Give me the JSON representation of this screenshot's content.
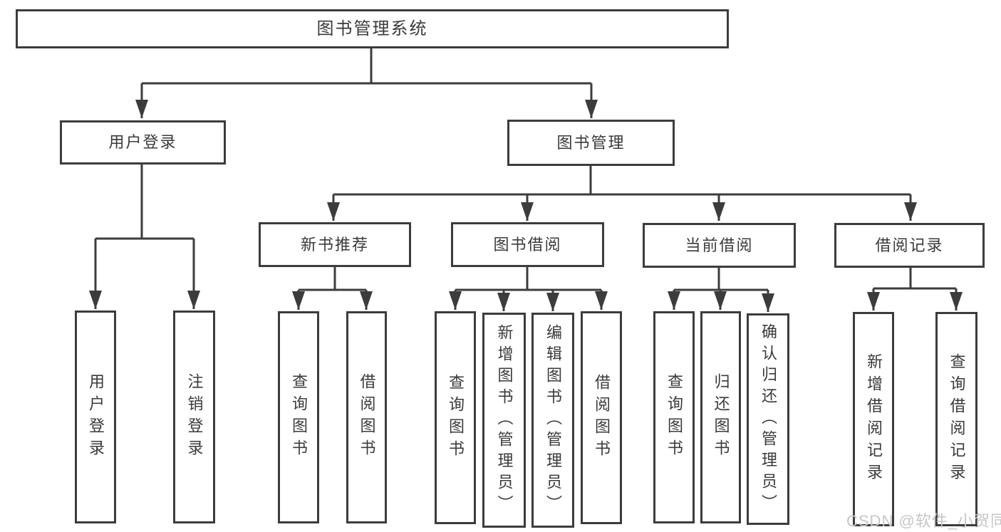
{
  "diagram": {
    "title": "图书管理系统",
    "level1": {
      "user_login": "用户登录",
      "book_mgmt": "图书管理"
    },
    "level2": {
      "new_book_rec": "新书推荐",
      "book_borrow": "图书借阅",
      "current_borrow": "当前借阅",
      "borrow_record": "借阅记录"
    },
    "leaves": {
      "user_login": "用户登录",
      "logout": "注销登录",
      "nbr_query_books": "查询图书",
      "nbr_borrow_books": "借阅图书",
      "bb_query_books": "查询图书",
      "bb_add_books_admin": "新增图书（管理员）",
      "bb_edit_books_admin": "编辑图书（管理员）",
      "bb_borrow_books": "借阅图书",
      "cb_query_books": "查询图书",
      "cb_return_books": "归还图书",
      "cb_confirm_return_admin": "确认归还（管理员）",
      "br_add_record": "新增借阅记录",
      "br_query_record": "查询借阅记录"
    }
  },
  "watermark": {
    "text": "CSDN @软件_小贺同学"
  },
  "colors": {
    "line": "#3c3c3c",
    "text": "#3a3a3a",
    "watermark": "#c6c6c6",
    "background": "#ffffff"
  }
}
